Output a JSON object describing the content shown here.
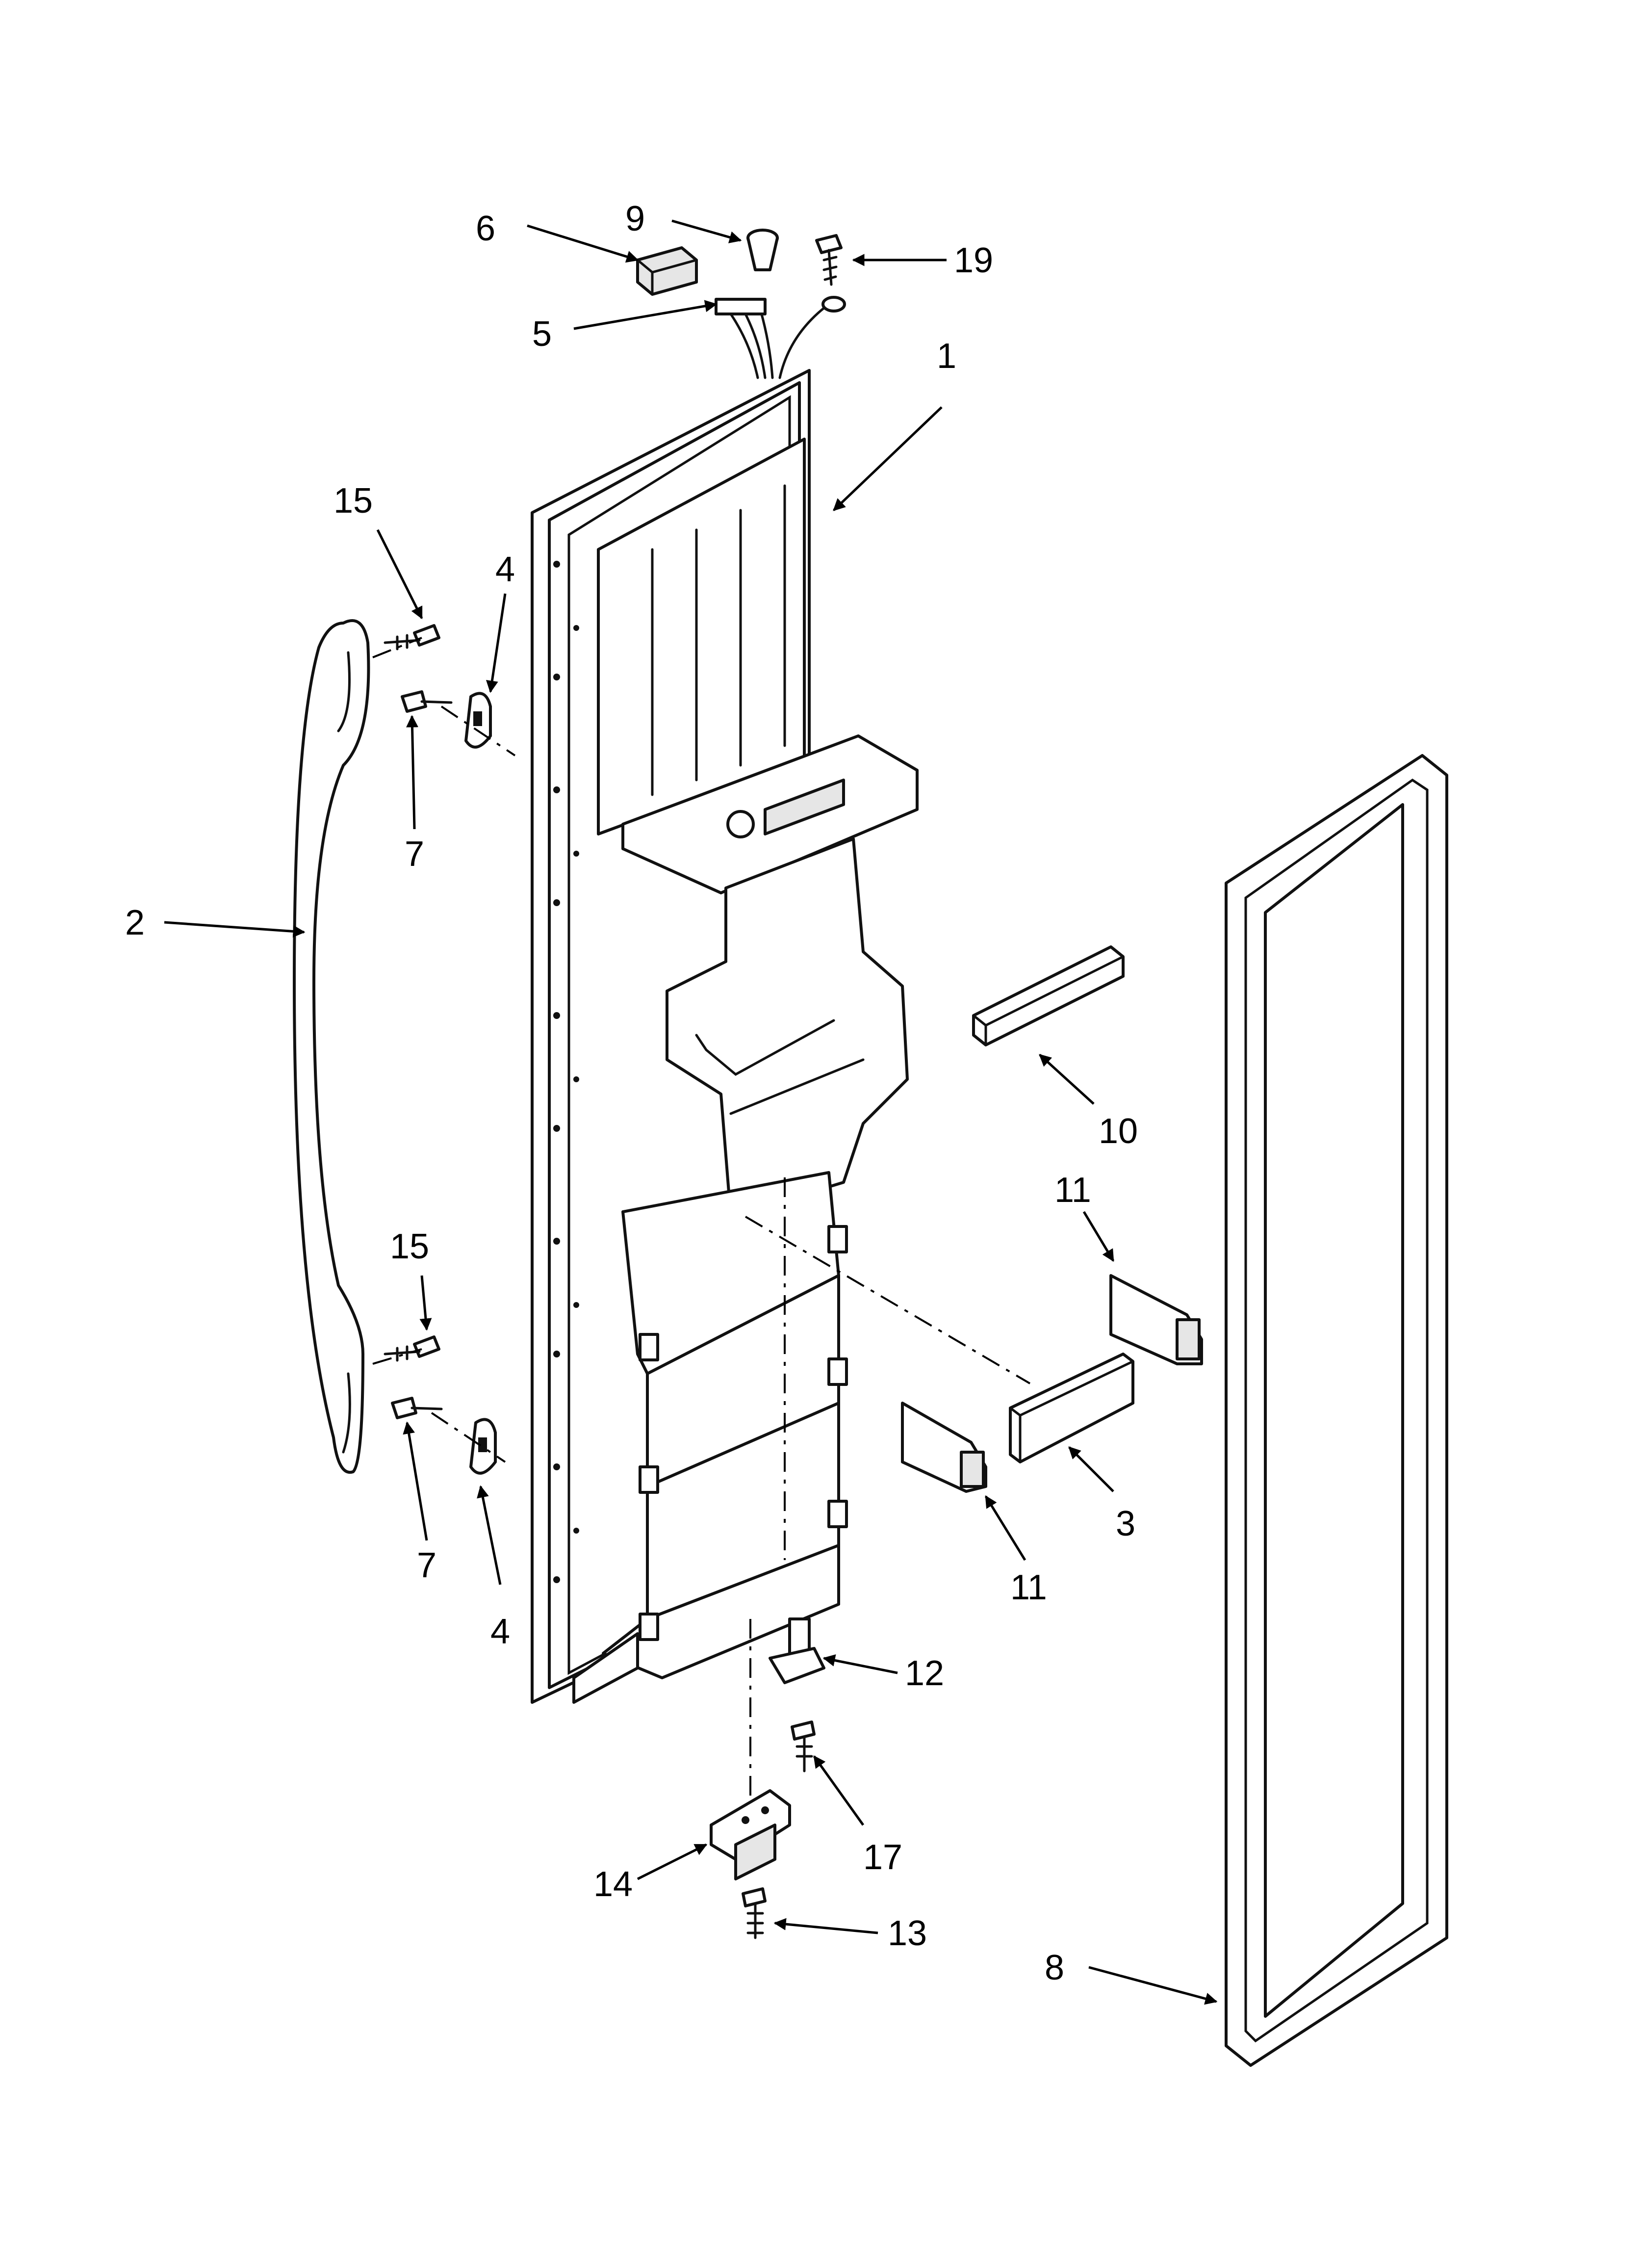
{
  "diagram": {
    "callouts": [
      {
        "id": "c1",
        "label": "1"
      },
      {
        "id": "c2",
        "label": "2"
      },
      {
        "id": "c3",
        "label": "3"
      },
      {
        "id": "c4a",
        "label": "4"
      },
      {
        "id": "c4b",
        "label": "4"
      },
      {
        "id": "c5",
        "label": "5"
      },
      {
        "id": "c6",
        "label": "6"
      },
      {
        "id": "c7a",
        "label": "7"
      },
      {
        "id": "c7b",
        "label": "7"
      },
      {
        "id": "c8",
        "label": "8"
      },
      {
        "id": "c9",
        "label": "9"
      },
      {
        "id": "c10",
        "label": "10"
      },
      {
        "id": "c11a",
        "label": "11"
      },
      {
        "id": "c11b",
        "label": "11"
      },
      {
        "id": "c12",
        "label": "12"
      },
      {
        "id": "c13",
        "label": "13"
      },
      {
        "id": "c14",
        "label": "14"
      },
      {
        "id": "c15a",
        "label": "15"
      },
      {
        "id": "c15b",
        "label": "15"
      },
      {
        "id": "c17",
        "label": "17"
      },
      {
        "id": "c19",
        "label": "19"
      }
    ]
  }
}
